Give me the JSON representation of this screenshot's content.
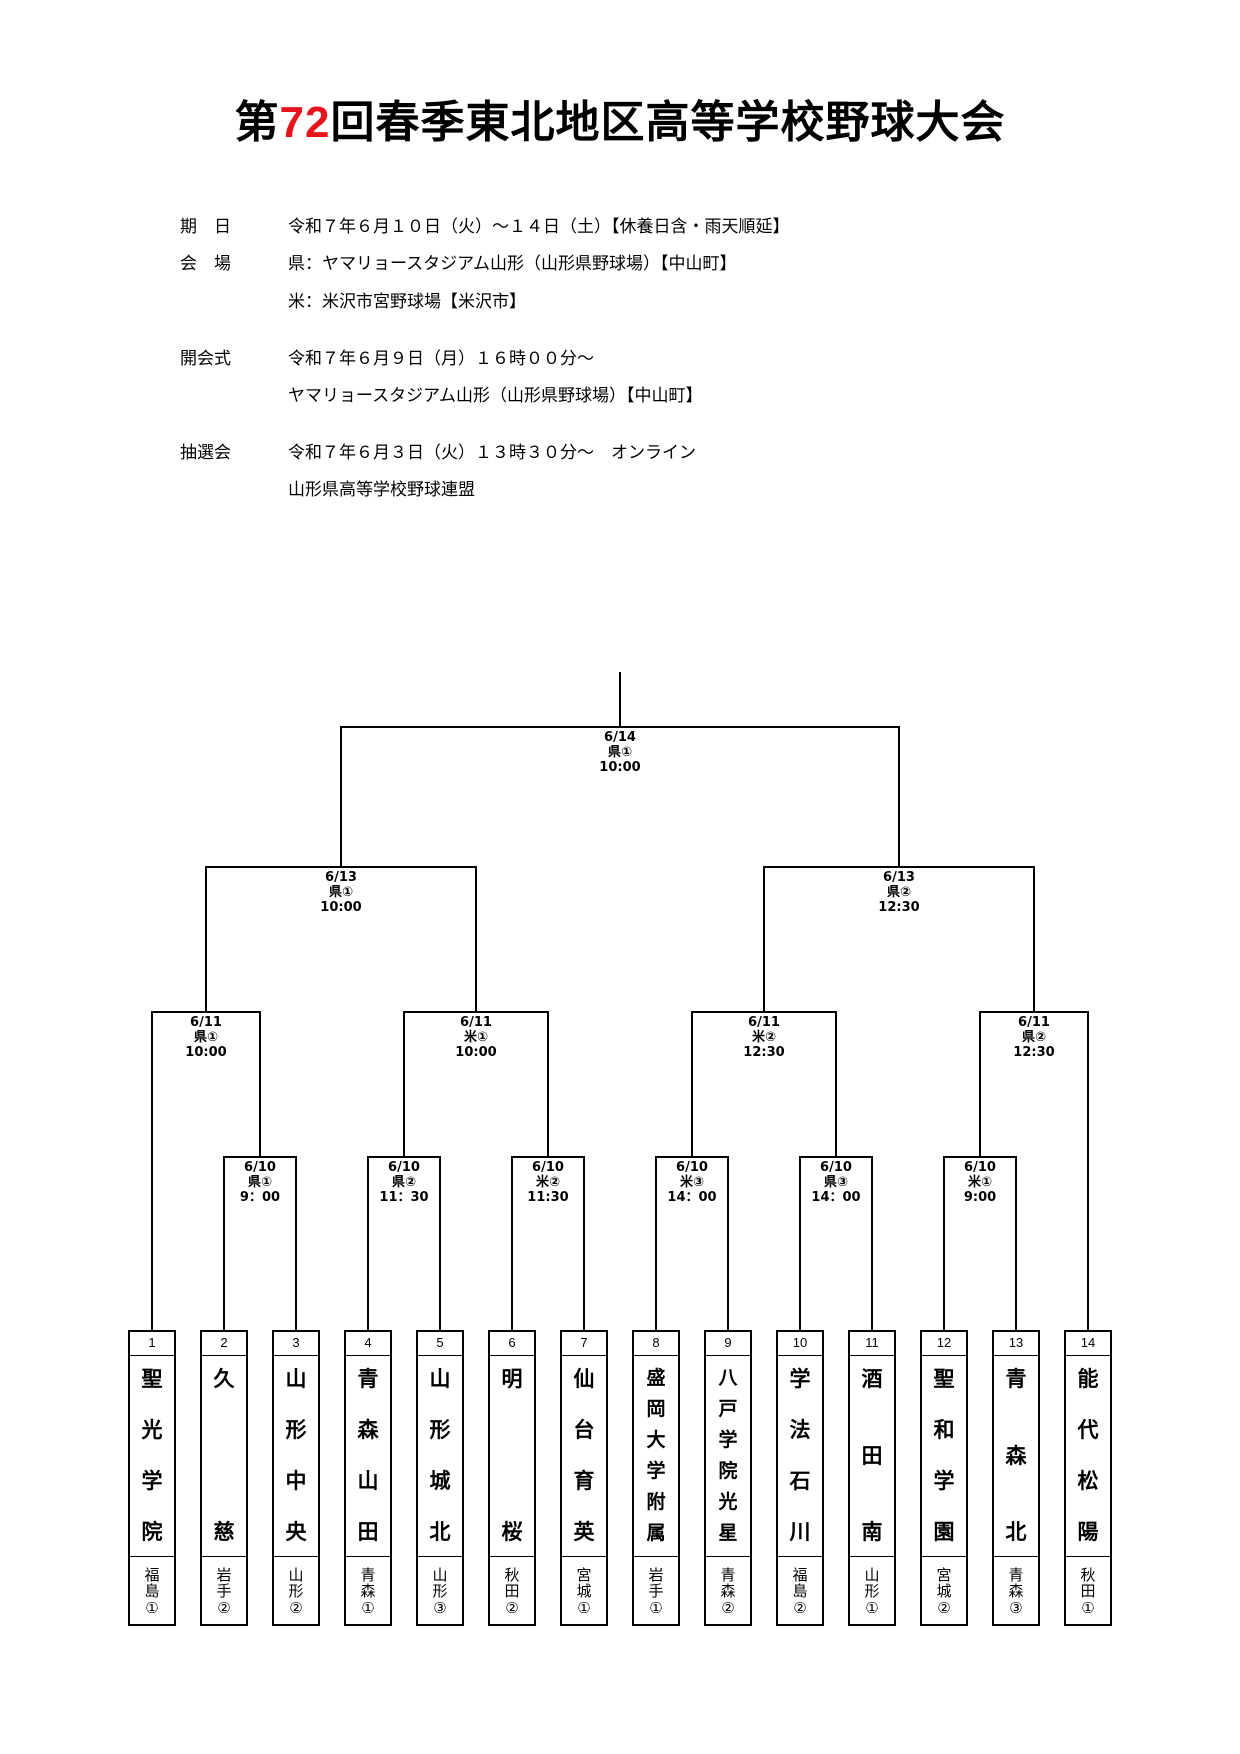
{
  "title": {
    "prefix": "第",
    "number": "72",
    "suffix": "回春季東北地区高等学校野球大会"
  },
  "info": [
    {
      "label": "期　日",
      "lines": [
        "令和７年６月１０日（火）～１４日（土）【休養日含・雨天順延】"
      ]
    },
    {
      "label": "会　場",
      "lines": [
        "県：ヤマリョースタジアム山形（山形県野球場）【中山町】",
        "米：米沢市宮野球場【米沢市】"
      ]
    },
    {
      "label": "開会式",
      "lines": [
        "令和７年６月９日（月）１６時００分～",
        "ヤマリョースタジアム山形（山形県野球場）【中山町】"
      ]
    },
    {
      "label": "抽選会",
      "lines": [
        "令和７年６月３日（火）１３時３０分～　オンライン",
        "山形県高等学校野球連盟"
      ]
    }
  ],
  "teams": [
    {
      "num": "1",
      "name": "聖光学院",
      "pref": "福島",
      "seed": "①"
    },
    {
      "num": "2",
      "name": "久慈",
      "pref": "岩手",
      "seed": "②"
    },
    {
      "num": "3",
      "name": "山形中央",
      "pref": "山形",
      "seed": "②"
    },
    {
      "num": "4",
      "name": "青森山田",
      "pref": "青森",
      "seed": "①"
    },
    {
      "num": "5",
      "name": "山形城北",
      "pref": "山形",
      "seed": "③"
    },
    {
      "num": "6",
      "name": "明桜",
      "pref": "秋田",
      "seed": "②"
    },
    {
      "num": "7",
      "name": "仙台育英",
      "pref": "宮城",
      "seed": "①"
    },
    {
      "num": "8",
      "name": "盛岡大学附属",
      "pref": "岩手",
      "seed": "①"
    },
    {
      "num": "9",
      "name": "八戸学院光星",
      "pref": "青森",
      "seed": "②"
    },
    {
      "num": "10",
      "name": "学法石川",
      "pref": "福島",
      "seed": "②"
    },
    {
      "num": "11",
      "name": "酒田南",
      "pref": "山形",
      "seed": "①"
    },
    {
      "num": "12",
      "name": "聖和学園",
      "pref": "宮城",
      "seed": "②"
    },
    {
      "num": "13",
      "name": "青森北",
      "pref": "青森",
      "seed": "③"
    },
    {
      "num": "14",
      "name": "能代松陽",
      "pref": "秋田",
      "seed": "①"
    }
  ],
  "matches": {
    "r1": [
      {
        "date": "6/10",
        "venue": "県①",
        "time": "9：00"
      },
      {
        "date": "6/10",
        "venue": "県②",
        "time": "11：30"
      },
      {
        "date": "6/10",
        "venue": "米②",
        "time": "11:30"
      },
      {
        "date": "6/10",
        "venue": "米③",
        "time": "14：00"
      },
      {
        "date": "6/10",
        "venue": "県③",
        "time": "14：00"
      },
      {
        "date": "6/10",
        "venue": "米①",
        "time": "9:00"
      }
    ],
    "qf": [
      {
        "date": "6/11",
        "venue": "県①",
        "time": "10:00"
      },
      {
        "date": "6/11",
        "venue": "米①",
        "time": "10:00"
      },
      {
        "date": "6/11",
        "venue": "米②",
        "time": "12:30"
      },
      {
        "date": "6/11",
        "venue": "県②",
        "time": "12:30"
      }
    ],
    "sf": [
      {
        "date": "6/13",
        "venue": "県①",
        "time": "10:00"
      },
      {
        "date": "6/13",
        "venue": "県②",
        "time": "12:30"
      }
    ],
    "final": {
      "date": "6/14",
      "venue": "県①",
      "time": "10:00"
    }
  }
}
